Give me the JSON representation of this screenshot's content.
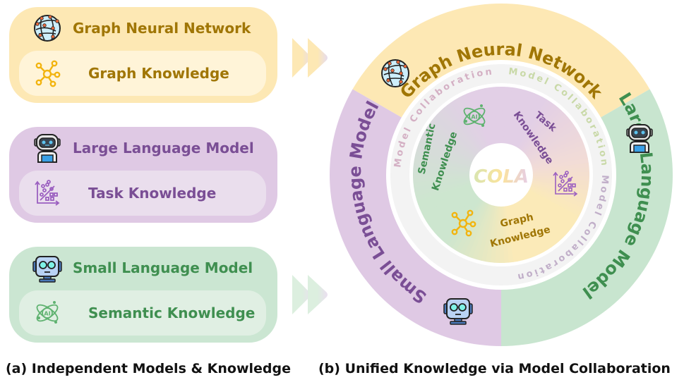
{
  "left_panels": [
    {
      "title": "Graph Neural Network",
      "icon": "globe-network-icon",
      "knowledge": "Graph Knowledge",
      "knowledge_icon": "graph-nodes-icon"
    },
    {
      "title": "Large Language Model",
      "icon": "robot-large-icon",
      "knowledge": "Task Knowledge",
      "knowledge_icon": "scatter-plot-icon"
    },
    {
      "title": "Small Language Model",
      "icon": "robot-small-icon",
      "knowledge": "Semantic Knowledge",
      "knowledge_icon": "ai-atom-icon"
    }
  ],
  "wheel": {
    "outer_segments": [
      {
        "label": "Graph Neural Network",
        "color": "#fde8b4",
        "text_color": "#a07605"
      },
      {
        "label": "Large Language Model",
        "color": "#c8e5cf",
        "text_color": "#3f8f50"
      },
      {
        "label": "Small Language Model",
        "color": "#dfc9e4",
        "text_color": "#7a4e95"
      }
    ],
    "collaboration_label": "Model Collaboration",
    "inner_sectors": [
      {
        "label_line1": "Task",
        "label_line2": "Knowledge",
        "color": "#e2cfe6",
        "text_color": "#7a4e95"
      },
      {
        "label_line1": "Graph",
        "label_line2": "Knowledge",
        "color": "#fbeab8",
        "text_color": "#a07605"
      },
      {
        "label_line1": "Semantic",
        "label_line2": "Knowledge",
        "color": "#cde6cf",
        "text_color": "#3f8f50"
      }
    ],
    "center_label": "COLA"
  },
  "captions": {
    "a": "(a) Independent Models & Knowledge",
    "b": "(b) Unified Knowledge via Model Collaboration"
  }
}
